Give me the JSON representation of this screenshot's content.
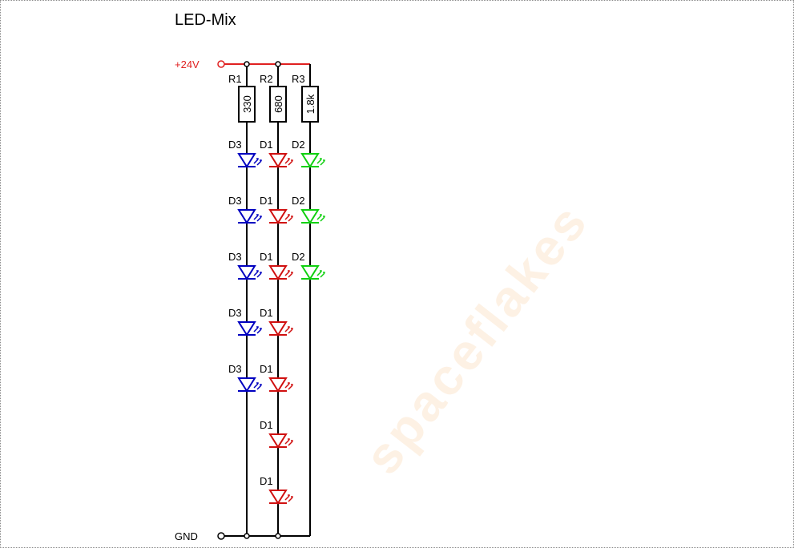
{
  "title": "LED-Mix",
  "supply": {
    "label": "+24V",
    "color": "#e02020"
  },
  "ground": {
    "label": "GND"
  },
  "watermark": "spaceflakes",
  "branches": [
    {
      "resistor": "R1",
      "value": "330",
      "led": "D3",
      "led_color": "#0000c0",
      "led_count": 5
    },
    {
      "resistor": "R2",
      "value": "680",
      "led": "D1",
      "led_color": "#d01010",
      "led_count": 7
    },
    {
      "resistor": "R3",
      "value": "1.8k",
      "led": "D2",
      "led_color": "#10d010",
      "led_count": 3
    }
  ]
}
